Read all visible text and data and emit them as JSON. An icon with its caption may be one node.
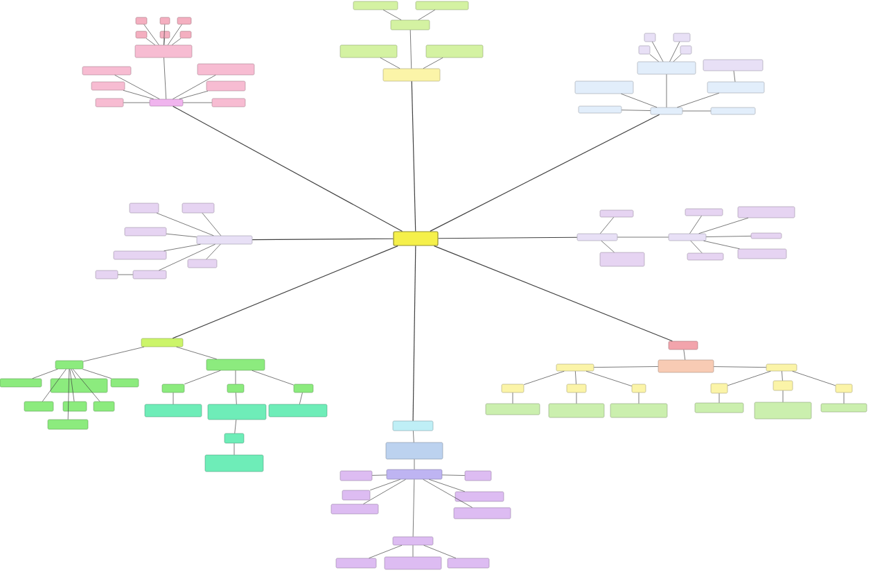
{
  "diagram": {
    "nodes": [
      {
        "text": [],
        "shape": "box"
      },
      {
        "text": [],
        "shape": "box"
      },
      {
        "text": [],
        "shape": "box"
      },
      {
        "text": [],
        "shape": "box"
      },
      {
        "text": [],
        "shape": "box"
      },
      {
        "text": [],
        "shape": "box"
      },
      {
        "text": [],
        "shape": "box"
      },
      {
        "text": [],
        "shape": "box"
      },
      {
        "text": [],
        "shape": "box"
      },
      {
        "text": [],
        "shape": "box"
      },
      {
        "text": [],
        "shape": "box"
      },
      {
        "text": [],
        "shape": "box"
      },
      {
        "text": [],
        "shape": "box"
      },
      {
        "text": [],
        "shape": "box"
      },
      {
        "text": [],
        "shape": "box"
      },
      {
        "text": [],
        "shape": "box"
      },
      {
        "text": [],
        "shape": "box"
      },
      {
        "text": [],
        "shape": "box"
      },
      {
        "text": [],
        "shape": "box"
      },
      {
        "text": [],
        "shape": "box"
      },
      {
        "text": [],
        "shape": "box"
      },
      {
        "text": [],
        "shape": "box"
      },
      {
        "text": [],
        "shape": "box"
      },
      {
        "text": [],
        "shape": "box"
      },
      {
        "text": [],
        "shape": "box"
      },
      {
        "text": [],
        "shape": "box"
      },
      {
        "text": [],
        "shape": "box"
      },
      {
        "text": [],
        "shape": "box"
      },
      {
        "text": [],
        "shape": "box"
      },
      {
        "text": [],
        "shape": "box"
      },
      {
        "text": [],
        "shape": "box"
      },
      {
        "text": [],
        "shape": "box"
      },
      {
        "text": [],
        "shape": "box"
      },
      {
        "text": [],
        "shape": "box"
      },
      {
        "text": [],
        "shape": "box"
      },
      {
        "text": [],
        "shape": "box"
      },
      {
        "text": [],
        "shape": "box"
      },
      {
        "text": [],
        "shape": "box"
      },
      {
        "text": [],
        "shape": "box"
      },
      {
        "text": [],
        "shape": "box"
      },
      {
        "text": [],
        "shape": "box"
      },
      {
        "text": [],
        "shape": "box"
      },
      {
        "text": [],
        "shape": "box"
      },
      {
        "text": [],
        "shape": "box"
      },
      {
        "text": [],
        "shape": "box"
      },
      {
        "text": [],
        "shape": "box"
      },
      {
        "text": [],
        "shape": "box"
      },
      {
        "text": [],
        "shape": "box"
      },
      {
        "text": [],
        "shape": "box"
      },
      {
        "text": [],
        "shape": "box"
      },
      {
        "text": [],
        "shape": "box"
      },
      {
        "text": [],
        "shape": "box"
      },
      {
        "text": [],
        "shape": "box"
      },
      {
        "text": [],
        "shape": "box"
      },
      {
        "text": [],
        "shape": "box"
      },
      {
        "text": [],
        "shape": "box"
      },
      {
        "text": [],
        "shape": "box"
      },
      {
        "text": [],
        "shape": "box"
      },
      {
        "text": [],
        "shape": "box"
      },
      {
        "text": [],
        "shape": "box"
      },
      {
        "text": [],
        "shape": "box"
      },
      {
        "text": [],
        "shape": "box"
      },
      {
        "text": [],
        "shape": "box"
      },
      {
        "text": [],
        "shape": "box"
      },
      {
        "text": [],
        "shape": "box"
      },
      {
        "text": [],
        "shape": "box"
      },
      {
        "text": [],
        "shape": "box"
      },
      {
        "text": [],
        "shape": "box"
      },
      {
        "text": [],
        "shape": "box"
      },
      {
        "text": [],
        "shape": "box"
      },
      {
        "text": [],
        "shape": "box"
      },
      {
        "text": [],
        "shape": "box"
      },
      {
        "text": [],
        "shape": "box"
      },
      {
        "text": [],
        "shape": "box"
      },
      {
        "text": [],
        "shape": "box"
      },
      {
        "text": [],
        "shape": "box"
      },
      {
        "text": [],
        "shape": "box"
      },
      {
        "text": [],
        "shape": "box"
      },
      {
        "text": [],
        "shape": "box"
      },
      {
        "text": [],
        "shape": "box"
      },
      {
        "text": [],
        "shape": "box"
      },
      {
        "text": [],
        "shape": "box"
      },
      {
        "text": [],
        "shape": "box"
      },
      {
        "text": [],
        "shape": "box"
      },
      {
        "text": [],
        "shape": "box"
      },
      {
        "text": [],
        "shape": "box"
      },
      {
        "text": [],
        "shape": "box"
      },
      {
        "text": [],
        "shape": "box"
      },
      {
        "text": [],
        "shape": "box"
      },
      {
        "text": [],
        "shape": "box"
      },
      {
        "text": [],
        "shape": "box"
      },
      {
        "text": [],
        "shape": "box"
      },
      {
        "text": [],
        "shape": "box"
      },
      {
        "text": [],
        "shape": "box"
      },
      {
        "text": [],
        "shape": "box"
      },
      {
        "text": [],
        "shape": "box"
      }
    ],
    "edges": [
      {
        "from": 0,
        "to": 1,
        "arrow": "none"
      },
      {
        "from": 1,
        "to": 2,
        "arrow": "none"
      },
      {
        "from": 2,
        "to": 3,
        "arrow": "none"
      },
      {
        "from": 2,
        "to": 4,
        "arrow": "none"
      },
      {
        "from": 2,
        "to": 5,
        "arrow": "none"
      },
      {
        "from": 2,
        "to": 6,
        "arrow": "none"
      },
      {
        "from": 2,
        "to": 7,
        "arrow": "none"
      },
      {
        "from": 2,
        "to": 8,
        "arrow": "none"
      },
      {
        "from": 1,
        "to": 9,
        "arrow": "none"
      },
      {
        "from": 1,
        "to": 10,
        "arrow": "none"
      },
      {
        "from": 1,
        "to": 11,
        "arrow": "none"
      },
      {
        "from": 1,
        "to": 12,
        "arrow": "none"
      },
      {
        "from": 1,
        "to": 13,
        "arrow": "none"
      },
      {
        "from": 1,
        "to": 14,
        "arrow": "none"
      },
      {
        "from": 0,
        "to": 15,
        "arrow": "none"
      },
      {
        "from": 15,
        "to": 16,
        "arrow": "none"
      },
      {
        "from": 15,
        "to": 17,
        "arrow": "none"
      },
      {
        "from": 15,
        "to": 18,
        "arrow": "none"
      },
      {
        "from": 18,
        "to": 19,
        "arrow": "none"
      },
      {
        "from": 18,
        "to": 20,
        "arrow": "none"
      },
      {
        "from": 0,
        "to": 21,
        "arrow": "none"
      },
      {
        "from": 21,
        "to": 22,
        "arrow": "none"
      },
      {
        "from": 21,
        "to": 23,
        "arrow": "none"
      },
      {
        "from": 21,
        "to": 24,
        "arrow": "none"
      },
      {
        "from": 21,
        "to": 25,
        "arrow": "none"
      },
      {
        "from": 21,
        "to": 26,
        "arrow": "none"
      },
      {
        "from": 24,
        "to": 27,
        "arrow": "none"
      },
      {
        "from": 24,
        "to": 28,
        "arrow": "none"
      },
      {
        "from": 24,
        "to": 29,
        "arrow": "none"
      },
      {
        "from": 24,
        "to": 30,
        "arrow": "none"
      },
      {
        "from": 25,
        "to": 31,
        "arrow": "none"
      },
      {
        "from": 0,
        "to": 32,
        "arrow": "none"
      },
      {
        "from": 32,
        "to": 33,
        "arrow": "none"
      },
      {
        "from": 32,
        "to": 34,
        "arrow": "none"
      },
      {
        "from": 32,
        "to": 35,
        "arrow": "none"
      },
      {
        "from": 32,
        "to": 36,
        "arrow": "none"
      },
      {
        "from": 32,
        "to": 37,
        "arrow": "none"
      },
      {
        "from": 32,
        "to": 38,
        "arrow": "none"
      },
      {
        "from": 38,
        "to": 39,
        "arrow": "none"
      },
      {
        "from": 0,
        "to": 40,
        "arrow": "none"
      },
      {
        "from": 40,
        "to": 41,
        "arrow": "none"
      },
      {
        "from": 40,
        "to": 42,
        "arrow": "none"
      },
      {
        "from": 40,
        "to": 43,
        "arrow": "none"
      },
      {
        "from": 43,
        "to": 44,
        "arrow": "none"
      },
      {
        "from": 43,
        "to": 45,
        "arrow": "none"
      },
      {
        "from": 43,
        "to": 46,
        "arrow": "none"
      },
      {
        "from": 43,
        "to": 47,
        "arrow": "none"
      },
      {
        "from": 43,
        "to": 48,
        "arrow": "none"
      },
      {
        "from": 0,
        "to": 49,
        "arrow": "none"
      },
      {
        "from": 49,
        "to": 50,
        "arrow": "none"
      },
      {
        "from": 49,
        "to": 51,
        "arrow": "none"
      },
      {
        "from": 50,
        "to": 52,
        "arrow": "none"
      },
      {
        "from": 50,
        "to": 53,
        "arrow": "none"
      },
      {
        "from": 50,
        "to": 54,
        "arrow": "none"
      },
      {
        "from": 50,
        "to": 55,
        "arrow": "none"
      },
      {
        "from": 50,
        "to": 56,
        "arrow": "none"
      },
      {
        "from": 50,
        "to": 57,
        "arrow": "none"
      },
      {
        "from": 50,
        "to": 58,
        "arrow": "none"
      },
      {
        "from": 51,
        "to": 59,
        "arrow": "none"
      },
      {
        "from": 51,
        "to": 60,
        "arrow": "none"
      },
      {
        "from": 51,
        "to": 61,
        "arrow": "none"
      },
      {
        "from": 59,
        "to": 62,
        "arrow": "none"
      },
      {
        "from": 60,
        "to": 63,
        "arrow": "none"
      },
      {
        "from": 61,
        "to": 64,
        "arrow": "none"
      },
      {
        "from": 63,
        "to": 65,
        "arrow": "none"
      },
      {
        "from": 65,
        "to": 66,
        "arrow": "none"
      },
      {
        "from": 0,
        "to": 67,
        "arrow": "none"
      },
      {
        "from": 67,
        "to": 68,
        "arrow": "none"
      },
      {
        "from": 68,
        "to": 69,
        "arrow": "none"
      },
      {
        "from": 69,
        "to": 70,
        "arrow": "none"
      },
      {
        "from": 69,
        "to": 71,
        "arrow": "none"
      },
      {
        "from": 69,
        "to": 72,
        "arrow": "none"
      },
      {
        "from": 69,
        "to": 73,
        "arrow": "none"
      },
      {
        "from": 69,
        "to": 74,
        "arrow": "none"
      },
      {
        "from": 69,
        "to": 75,
        "arrow": "none"
      },
      {
        "from": 69,
        "to": 76,
        "arrow": "none"
      },
      {
        "from": 76,
        "to": 77,
        "arrow": "none"
      },
      {
        "from": 76,
        "to": 78,
        "arrow": "none"
      },
      {
        "from": 76,
        "to": 79,
        "arrow": "none"
      },
      {
        "from": 0,
        "to": 80,
        "arrow": "none"
      },
      {
        "from": 80,
        "to": 81,
        "arrow": "none"
      },
      {
        "from": 81,
        "to": 82,
        "arrow": "none"
      },
      {
        "from": 81,
        "to": 83,
        "arrow": "none"
      },
      {
        "from": 82,
        "to": 84,
        "arrow": "none"
      },
      {
        "from": 82,
        "to": 85,
        "arrow": "none"
      },
      {
        "from": 82,
        "to": 86,
        "arrow": "none"
      },
      {
        "from": 84,
        "to": 87,
        "arrow": "none"
      },
      {
        "from": 85,
        "to": 88,
        "arrow": "none"
      },
      {
        "from": 86,
        "to": 89,
        "arrow": "none"
      },
      {
        "from": 83,
        "to": 90,
        "arrow": "none"
      },
      {
        "from": 83,
        "to": 91,
        "arrow": "none"
      },
      {
        "from": 83,
        "to": 92,
        "arrow": "none"
      },
      {
        "from": 90,
        "to": 93,
        "arrow": "none"
      },
      {
        "from": 91,
        "to": 94,
        "arrow": "none"
      },
      {
        "from": 92,
        "to": 95,
        "arrow": "none"
      }
    ]
  }
}
